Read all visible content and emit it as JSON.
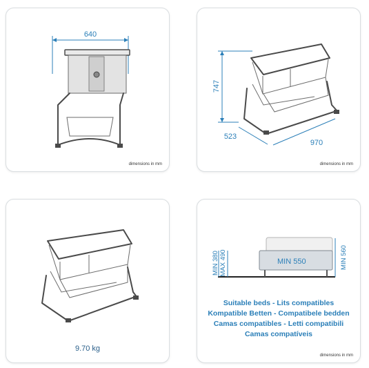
{
  "panel_front": {
    "width_label": "640",
    "footnote": "dimensions in mm"
  },
  "panel_iso": {
    "height_label": "747",
    "depth_label": "523",
    "length_label": "970",
    "footnote": "dimensions in mm"
  },
  "panel_weight": {
    "weight_label": "9.70 kg"
  },
  "panel_beds": {
    "min_height_label": "MIN 380",
    "max_height_label": "MAX 490",
    "min_mattress_label": "MIN 550",
    "right_height_label": "MIN 560",
    "suitable_beds_lines": [
      "Suitable beds - Lits compatibles",
      "Kompatible Betten - Compatibele bedden",
      "Camas compatibles - Letti compatibili",
      "Camas compatíveis"
    ],
    "footnote": "dimensions in mm"
  },
  "colors": {
    "dimension_blue": "#2b7fb8",
    "product_gray": "#4a4a4a",
    "mesh_gray": "#c9c9c9"
  }
}
